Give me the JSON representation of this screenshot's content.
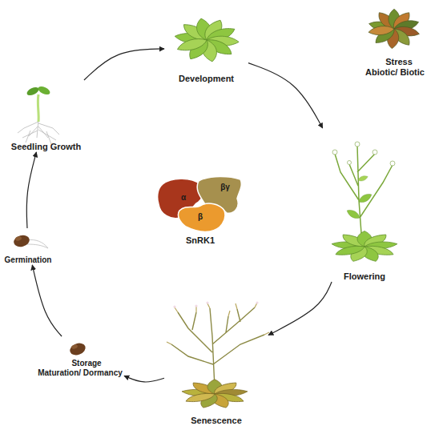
{
  "diagram": {
    "nodes": [
      {
        "text": [
          "Development"
        ]
      },
      {
        "text": [
          "Stress Abiotic/ Biotic"
        ]
      },
      {
        "text": [
          "Seedling Growth"
        ]
      },
      {
        "text": [
          "SnRK1"
        ]
      },
      {
        "text": [
          "α"
        ],
        "in": 3
      },
      {
        "text": [
          "βγ"
        ],
        "in": 3
      },
      {
        "text": [
          "β"
        ],
        "in": 3
      },
      {
        "text": [
          "Flowering"
        ]
      },
      {
        "text": [
          "Germination"
        ]
      },
      {
        "text": [
          "Storage Maturation/ Dormancy"
        ]
      },
      {
        "text": [
          "Senescence"
        ]
      }
    ],
    "edges": [
      {
        "from": 2,
        "to": 0,
        "arrow": "to"
      },
      {
        "from": 0,
        "to": 7,
        "arrow": "to"
      },
      {
        "from": 7,
        "to": 10,
        "arrow": "to"
      },
      {
        "from": 10,
        "to": 9,
        "arrow": "to"
      },
      {
        "from": 9,
        "to": 8,
        "arrow": "to"
      },
      {
        "from": 8,
        "to": 2,
        "arrow": "to"
      }
    ]
  }
}
